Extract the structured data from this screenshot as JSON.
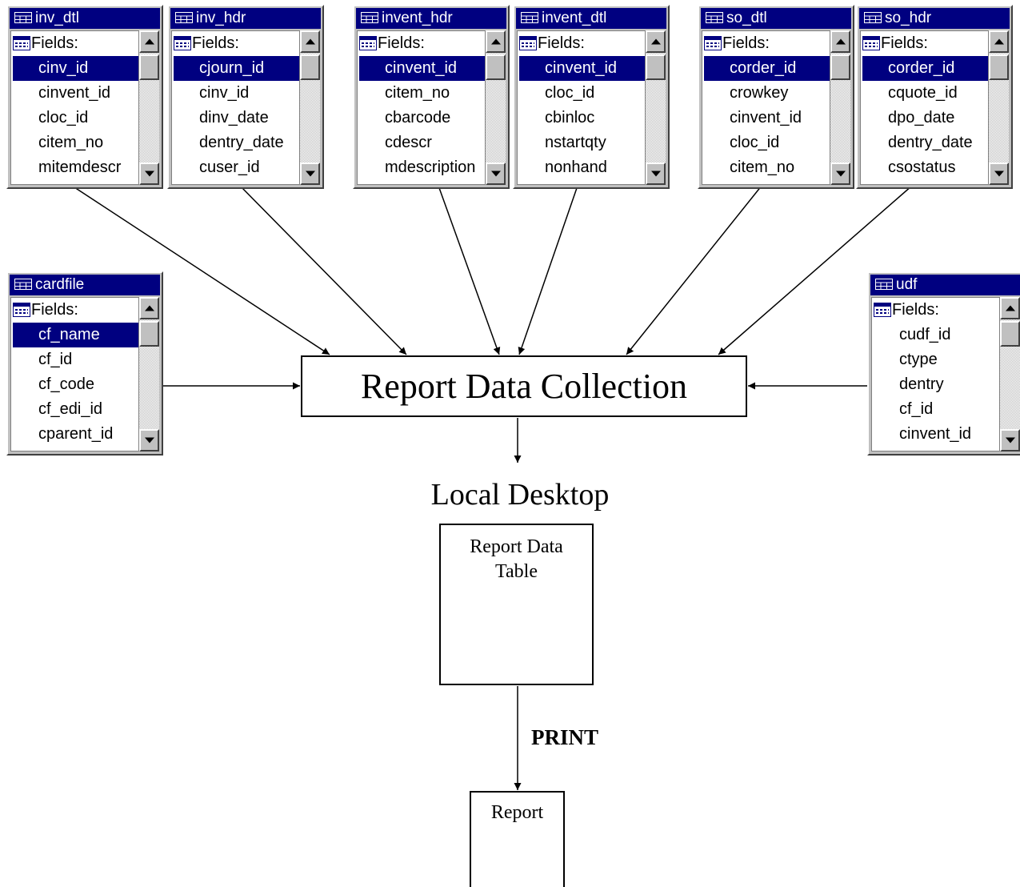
{
  "tables": [
    {
      "id": "inv_dtl",
      "title": "inv_dtl",
      "fields_label": "Fields:",
      "selected_field": "cinv_id",
      "fields": [
        "cinvent_id",
        "cloc_id",
        "citem_no",
        "mitemdescr"
      ]
    },
    {
      "id": "inv_hdr",
      "title": "inv_hdr",
      "fields_label": "Fields:",
      "selected_field": "cjourn_id",
      "fields": [
        "cinv_id",
        "dinv_date",
        "dentry_date",
        "cuser_id"
      ]
    },
    {
      "id": "invent_hdr",
      "title": "invent_hdr",
      "fields_label": "Fields:",
      "selected_field": "cinvent_id",
      "fields": [
        "citem_no",
        "cbarcode",
        "cdescr",
        "mdescription"
      ]
    },
    {
      "id": "invent_dtl",
      "title": "invent_dtl",
      "fields_label": "Fields:",
      "selected_field": "cinvent_id",
      "fields": [
        "cloc_id",
        "cbinloc",
        "nstartqty",
        "nonhand"
      ]
    },
    {
      "id": "so_dtl",
      "title": "so_dtl",
      "fields_label": "Fields:",
      "selected_field": "corder_id",
      "fields": [
        "crowkey",
        "cinvent_id",
        "cloc_id",
        "citem_no"
      ]
    },
    {
      "id": "so_hdr",
      "title": "so_hdr",
      "fields_label": "Fields:",
      "selected_field": "corder_id",
      "fields": [
        "cquote_id",
        "dpo_date",
        "dentry_date",
        "csostatus"
      ]
    },
    {
      "id": "cardfile",
      "title": "cardfile",
      "fields_label": "Fields:",
      "selected_field": "cf_name",
      "fields": [
        "cf_id",
        "cf_code",
        "cf_edi_id",
        "cparent_id"
      ]
    },
    {
      "id": "udf",
      "title": "udf",
      "fields_label": "Fields:",
      "selected_field": "",
      "fields": [
        "cudf_id",
        "ctype",
        "dentry",
        "cf_id",
        "cinvent_id"
      ]
    }
  ],
  "diagram": {
    "collection_label": "Report Data Collection",
    "location_label": "Local Desktop",
    "data_table_label": "Report Data Table",
    "print_label": "PRINT",
    "report_label": "Report"
  }
}
